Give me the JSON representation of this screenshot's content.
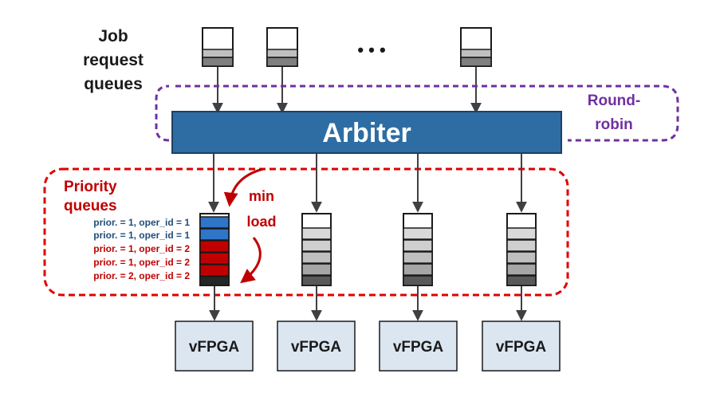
{
  "job_label": [
    "Job",
    "request",
    "queues"
  ],
  "ellipsis": "• • •",
  "arbiter_label": "Arbiter",
  "round_robin_label": [
    "Round-",
    "robin"
  ],
  "priority_label": [
    "Priority",
    "queues"
  ],
  "min_load_label": [
    "min",
    "load"
  ],
  "priority_entries": [
    {
      "text": "prior. = 1, oper_id = 1",
      "color": "#1f4e79"
    },
    {
      "text": "prior. = 1, oper_id = 1",
      "color": "#1f4e79"
    },
    {
      "text": "prior. = 1, oper_id = 2",
      "color": "#c00000"
    },
    {
      "text": "prior. = 1, oper_id = 2",
      "color": "#c00000"
    },
    {
      "text": "prior. = 2, oper_id = 2",
      "color": "#c00000"
    }
  ],
  "vfpga_labels": [
    "vFPGA",
    "vFPGA",
    "vFPGA",
    "vFPGA"
  ],
  "colors": {
    "arbiter_fill": "#2e6da4",
    "round_robin": "#7030a0",
    "priority": "#c00000",
    "blue_slot": "#2f75c8",
    "red_slot": "#c00000",
    "vfpga_fill": "#dbe6f1",
    "arrow": "#404040"
  }
}
